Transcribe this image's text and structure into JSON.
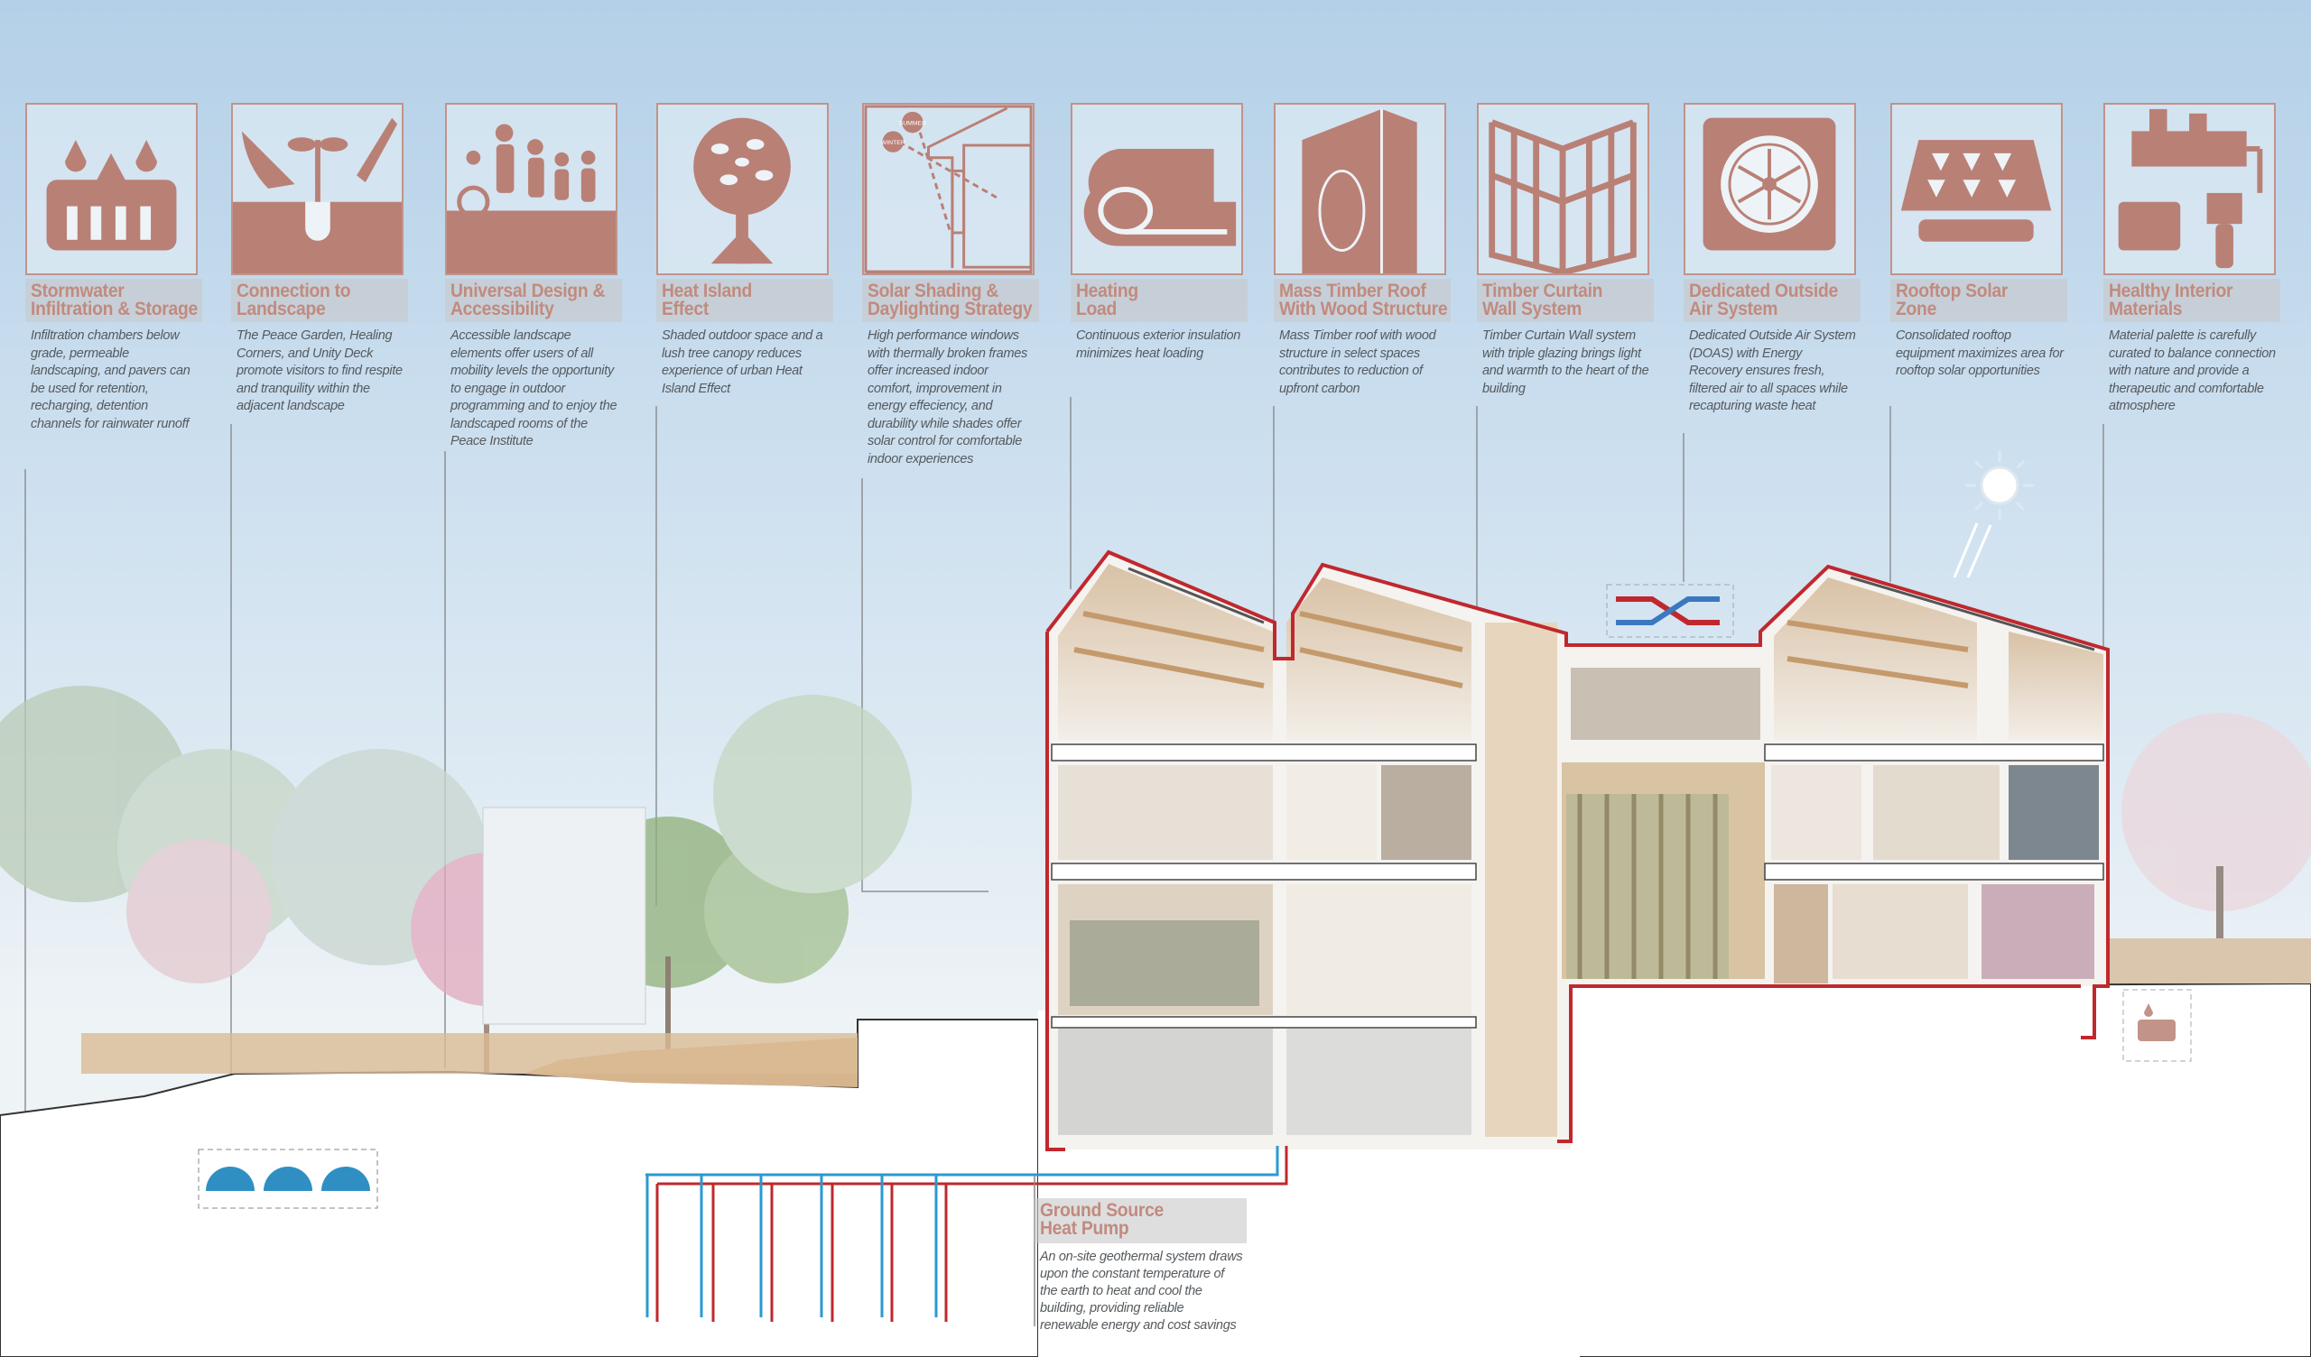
{
  "colors": {
    "accent": "#b98076",
    "title_text": "#c28a7e",
    "desc_text": "#555a5e",
    "envelope": "#c0282d",
    "supply_pipe": "#2a9ad0",
    "return_pipe": "#c0282d",
    "sky_top": "#b8d4ea"
  },
  "features": [
    {
      "icon": "stormwater-icon",
      "title": [
        "Stormwater",
        "Infiltration & Storage"
      ],
      "desc": "Infiltration chambers below grade, permeable landscaping, and pavers can be used for retention, recharging, detention channels for rainwater runoff"
    },
    {
      "icon": "planting-hands-icon",
      "title": [
        "Connection to",
        "Landscape"
      ],
      "desc": "The Peace Garden, Healing Corners, and Unity Deck promote visitors to find respite and tranquility within the adjacent landscape"
    },
    {
      "icon": "people-wheelchair-icon",
      "title": [
        "Universal Design &",
        "Accessibility"
      ],
      "desc": "Accessible landscape elements offer users of all mobility levels the opportunity to engage in outdoor programming and to enjoy the landscaped rooms of the Peace Institute"
    },
    {
      "icon": "tree-icon",
      "title": [
        "Heat Island",
        "Effect"
      ],
      "desc": "Shaded outdoor space and a lush tree canopy reduces experience of urban Heat Island Effect"
    },
    {
      "icon": "sun-angle-section-icon",
      "title": [
        "Solar Shading &",
        "Daylighting Strategy"
      ],
      "desc": "High performance windows with thermally broken frames offer increased indoor comfort, improvement in energy effeciency, and durability while shades offer solar control for comfortable indoor experiences",
      "icon_labels": [
        "SUMMER",
        "WINTER"
      ]
    },
    {
      "icon": "insulation-roll-icon",
      "title": [
        "Heating",
        "Load"
      ],
      "desc": "Continuous exterior insulation minimizes heat loading"
    },
    {
      "icon": "timber-beam-icon",
      "title": [
        "Mass Timber Roof",
        "With Wood Structure"
      ],
      "desc": "Mass Timber roof with wood structure in select spaces contributes to reduction of upfront carbon"
    },
    {
      "icon": "curtain-wall-icon",
      "title": [
        "Timber Curtain",
        "Wall System"
      ],
      "desc": "Timber Curtain Wall system with triple glazing brings light and warmth to the heart of the building"
    },
    {
      "icon": "fan-unit-icon",
      "title": [
        "Dedicated Outside",
        "Air System"
      ],
      "desc": "Dedicated Outside Air System (DOAS) with Energy Recovery ensures fresh, filtered air to all spaces while recapturing waste heat"
    },
    {
      "icon": "solar-panel-icon",
      "title": [
        "Rooftop Solar",
        "Zone"
      ],
      "desc": "Consolidated rooftop equipment maximizes area for rooftop solar opportunities"
    },
    {
      "icon": "paint-roller-icon",
      "title": [
        "Healthy Interior",
        "Materials"
      ],
      "desc": "Material palette is carefully curated to balance connection with nature and provide a therapeutic and comfortable atmosphere"
    }
  ],
  "ground_source": {
    "title": [
      "Ground Source",
      "Heat Pump"
    ],
    "desc": "An on-site geothermal system draws upon the constant temperature of the earth to heat and cool the building, providing reliable renewable energy and cost savings"
  }
}
